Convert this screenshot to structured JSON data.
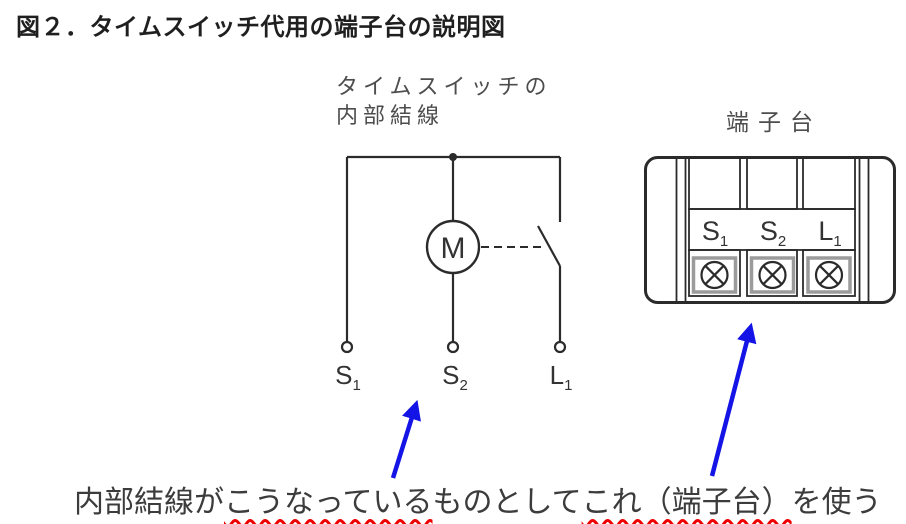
{
  "title": "図２．タイムスイッチ代用の端子台の説明図",
  "circuit": {
    "label_line1": "タイムスイッチの",
    "label_line2": "内部結線",
    "motor": "M",
    "terminals": [
      {
        "name": "S",
        "sub": "1"
      },
      {
        "name": "S",
        "sub": "2"
      },
      {
        "name": "L",
        "sub": "1"
      }
    ]
  },
  "terminal_block": {
    "label": "端子台",
    "terminals": [
      {
        "name": "S",
        "sub": "1"
      },
      {
        "name": "S",
        "sub": "2"
      },
      {
        "name": "L",
        "sub": "1"
      }
    ]
  },
  "caption": {
    "part1": "内部結線が",
    "part2_wavy": "こうなっている",
    "part3": "ものとして",
    "part4_wavy": "これ（端子台）",
    "part5": "を使う"
  },
  "colors": {
    "arrow_blue": "#1414e6",
    "wavy_red": "#ee0000",
    "line_dark": "#2b2b2b",
    "screw_frame_gray": "#9b9b9b"
  }
}
